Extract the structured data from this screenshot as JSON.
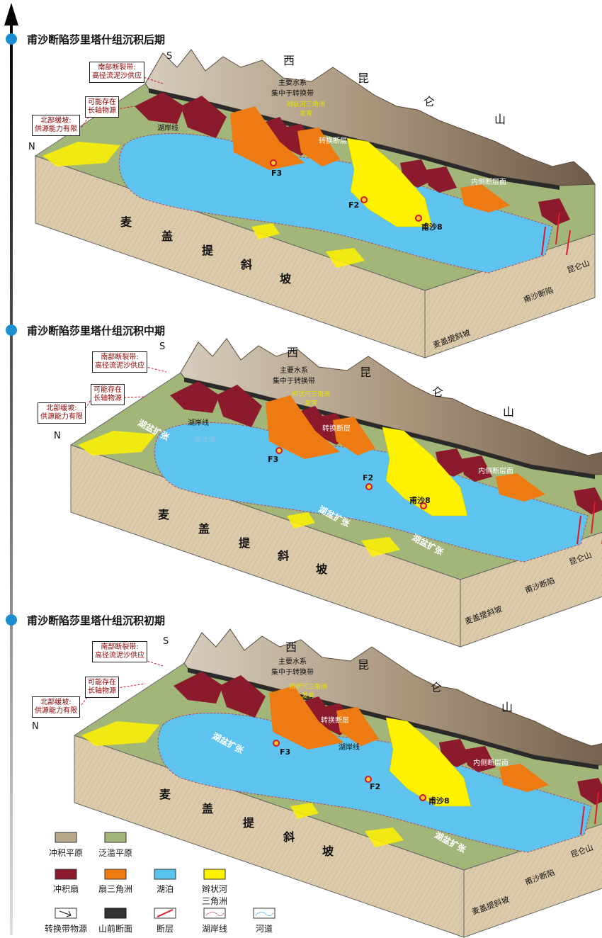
{
  "stages": [
    {
      "title": "甫沙断陷莎里塔什组沉积后期",
      "compass_s": "S",
      "compass_n": "N",
      "ann_south": [
        "南部断裂带:",
        "高径流泥沙供应"
      ],
      "ann_long": [
        "可能存在",
        "长轴物源"
      ],
      "ann_north": [
        "北部缓坡:",
        "供源能力有限"
      ],
      "mountain_chars": [
        "西",
        "昆",
        "仑",
        "山"
      ],
      "water_system": [
        "主要水系",
        "集中于转换带"
      ],
      "yellow_note": [
        "辫状河三角洲",
        "发育"
      ],
      "shoreline": "湖岸线",
      "inner_fault": "内侧断层面",
      "fault_label": "转换断层",
      "wells": [
        "F3",
        "F2",
        "甫沙8"
      ],
      "slope_chars": [
        "麦",
        "盖",
        "提",
        "斜",
        "坡"
      ],
      "side_labels": [
        "麦盖提斜坡",
        "甫沙断陷",
        "昆仑山"
      ],
      "basin_expand": [],
      "shallow_lake": ""
    },
    {
      "title": "甫沙断陷莎里塔什组沉积中期",
      "compass_s": "S",
      "compass_n": "N",
      "ann_south": [
        "南部断裂带:",
        "高径流泥沙供应"
      ],
      "ann_long": [
        "可能存在",
        "长轴物源"
      ],
      "ann_north": [
        "北部缓坡:",
        "供源能力有限"
      ],
      "mountain_chars": [
        "西",
        "昆",
        "仑",
        "山"
      ],
      "water_system": [
        "主要水系",
        "集中于转换带"
      ],
      "yellow_note": [
        "辫状河三角洲",
        "发育"
      ],
      "shoreline": "湖岸线",
      "inner_fault": "内侧断层面",
      "fault_label": "转换断层",
      "wells": [
        "F3",
        "F2",
        "甫沙8"
      ],
      "slope_chars": [
        "麦",
        "盖",
        "提",
        "斜",
        "坡"
      ],
      "side_labels": [
        "麦盖提斜坡",
        "甫沙断陷",
        "昆仑山"
      ],
      "basin_expand": [
        "湖盆扩张",
        "湖盆扩张",
        "湖盆扩张"
      ],
      "shallow_lake": "滨浅湖"
    },
    {
      "title": "甫沙断陷莎里塔什组沉积初期",
      "compass_s": "S",
      "compass_n": "N",
      "ann_south": [
        "南部断裂带:",
        "高径流泥沙供应"
      ],
      "ann_long": [
        "可能存在",
        "长轴物源"
      ],
      "ann_north": [
        "北部缓坡:",
        "供源能力有限"
      ],
      "mountain_chars": [
        "西",
        "昆",
        "仑",
        "山"
      ],
      "water_system": [
        "主要水系",
        "集中于转换带"
      ],
      "yellow_note": [
        "辫状河三角洲",
        "发育"
      ],
      "shoreline": "湖岸线",
      "inner_fault": "内侧断层面",
      "fault_label": "转换断层",
      "wells": [
        "F3",
        "F2",
        "甫沙8"
      ],
      "slope_chars": [
        "麦",
        "盖",
        "提",
        "斜",
        "坡"
      ],
      "side_labels": [
        "麦盖提斜坡",
        "甫沙断陷",
        "昆仑山"
      ],
      "basin_expand": [
        "湖盆扩张",
        "湖盆扩张"
      ],
      "shallow_lake": ""
    }
  ],
  "legend": [
    {
      "label": "冲积平原",
      "color": "#b8a88a",
      "kind": "box"
    },
    {
      "label": "泛滥平原",
      "color": "#a3b67a",
      "kind": "box"
    },
    {
      "label": "冲积扇",
      "color": "#8b1a2c",
      "kind": "box"
    },
    {
      "label": "扇三角洲",
      "color": "#ee7b12",
      "kind": "box"
    },
    {
      "label": "湖泊",
      "color": "#59c3ef",
      "kind": "box"
    },
    {
      "label": "辫状河\n三角洲",
      "color": "#fff200",
      "kind": "box"
    },
    {
      "label": "转换带物源",
      "color": "#ffffff",
      "kind": "arrow"
    },
    {
      "label": "山前断面",
      "color": "#333333",
      "kind": "fault-face"
    },
    {
      "label": "断层",
      "color": "#e0192b",
      "kind": "line"
    },
    {
      "label": "湖岸线",
      "color": "#b5485a",
      "kind": "shoreline"
    },
    {
      "label": "河道",
      "color": "#2fa3dc",
      "kind": "river"
    }
  ]
}
